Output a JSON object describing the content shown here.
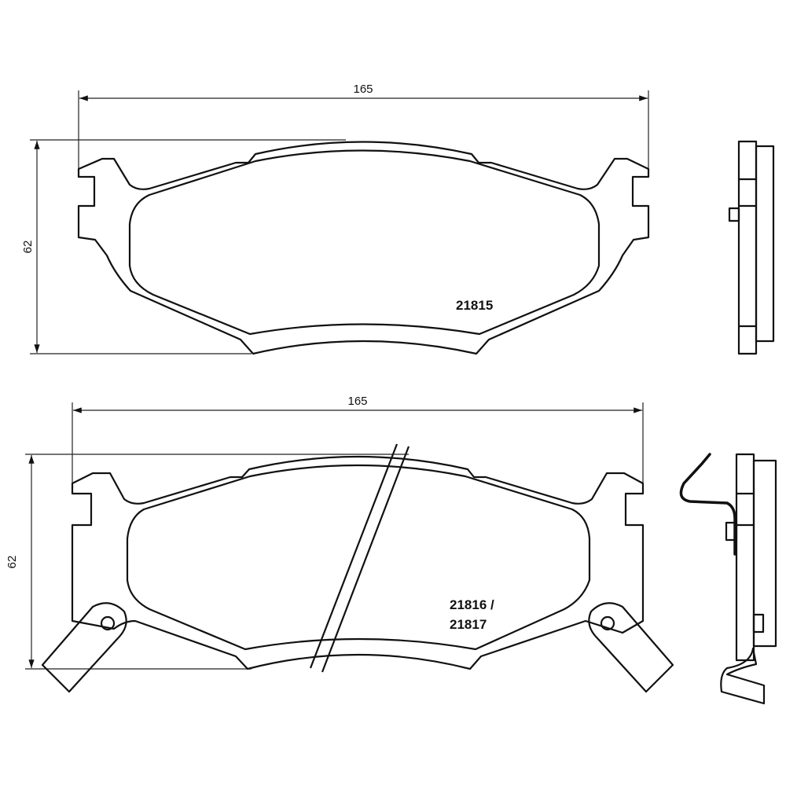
{
  "top_view": {
    "width_dim": "165",
    "height_dim": "62",
    "part_number": "21815"
  },
  "bottom_view": {
    "width_dim": "165",
    "height_dim": "62",
    "part_number_line1": "21816 /",
    "part_number_line2": "21817"
  }
}
